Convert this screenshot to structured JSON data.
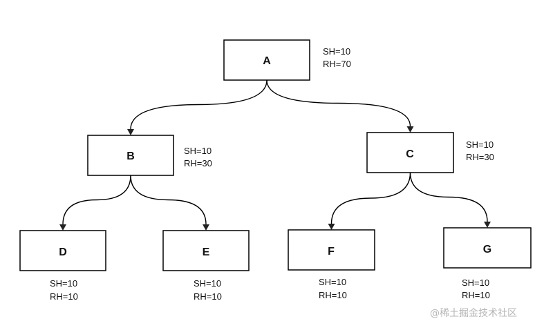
{
  "nodes": {
    "A": {
      "label": "A",
      "sh": "SH=10",
      "rh": "RH=70"
    },
    "B": {
      "label": "B",
      "sh": "SH=10",
      "rh": "RH=30"
    },
    "C": {
      "label": "C",
      "sh": "SH=10",
      "rh": "RH=30"
    },
    "D": {
      "label": "D",
      "sh": "SH=10",
      "rh": "RH=10"
    },
    "E": {
      "label": "E",
      "sh": "SH=10",
      "rh": "RH=10"
    },
    "F": {
      "label": "F",
      "sh": "SH=10",
      "rh": "RH=10"
    },
    "G": {
      "label": "G",
      "sh": "SH=10",
      "rh": "RH=10"
    }
  },
  "edges": [
    {
      "from": "A",
      "to": "B"
    },
    {
      "from": "A",
      "to": "C"
    },
    {
      "from": "B",
      "to": "D"
    },
    {
      "from": "B",
      "to": "E"
    },
    {
      "from": "C",
      "to": "F"
    },
    {
      "from": "C",
      "to": "G"
    }
  ],
  "watermark": "@稀土掘金技术社区",
  "colors": {
    "stroke": "#000000",
    "text": "#111111",
    "watermark": "#b5b5b5"
  }
}
